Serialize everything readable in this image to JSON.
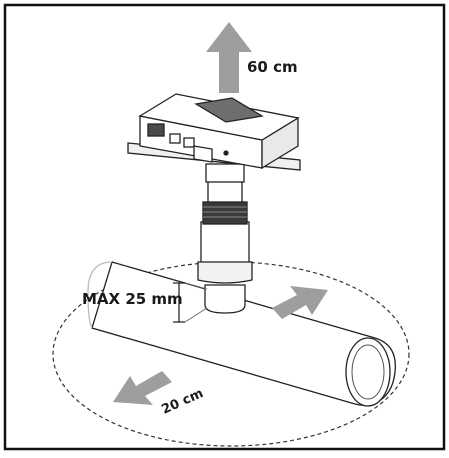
{
  "labels": {
    "vertical_clearance": "60 cm",
    "max_insertion": "MAX 25 mm",
    "horizontal_clearance": "20 cm"
  },
  "colors": {
    "border": "#111111",
    "arrow_fill": "#9e9e9e",
    "line": "#1a1a1a",
    "dashed": "#333333"
  }
}
